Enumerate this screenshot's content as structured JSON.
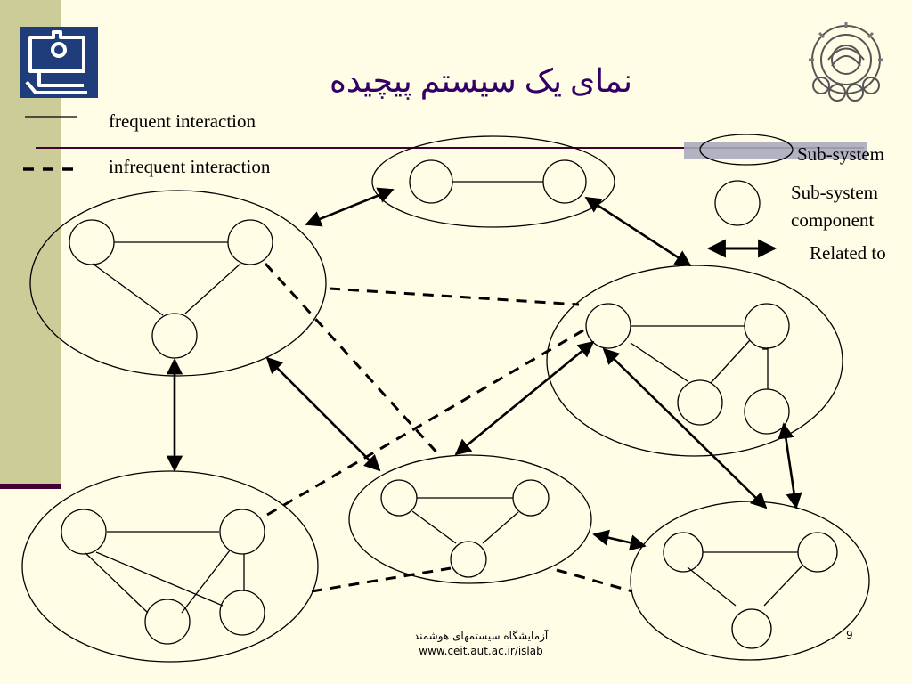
{
  "title": "نمای یک سیستم پیچیده",
  "legend": {
    "frequent": "frequent interaction",
    "infrequent": "infrequent interaction",
    "subsystem": "Sub-system",
    "component_line1": "Sub-system",
    "component_line2": "component",
    "related": "Related to"
  },
  "footer": {
    "lab_name": "آزمایشگاه سیستمهای هوشمند",
    "url": "www.ceit.aut.ac.ir/islab",
    "page_number": "9"
  },
  "colors": {
    "background": "#fffde6",
    "sidebar": "#cccc99",
    "accent": "#440033",
    "title": "#330066",
    "logo_blue": "#1f3d7a"
  }
}
